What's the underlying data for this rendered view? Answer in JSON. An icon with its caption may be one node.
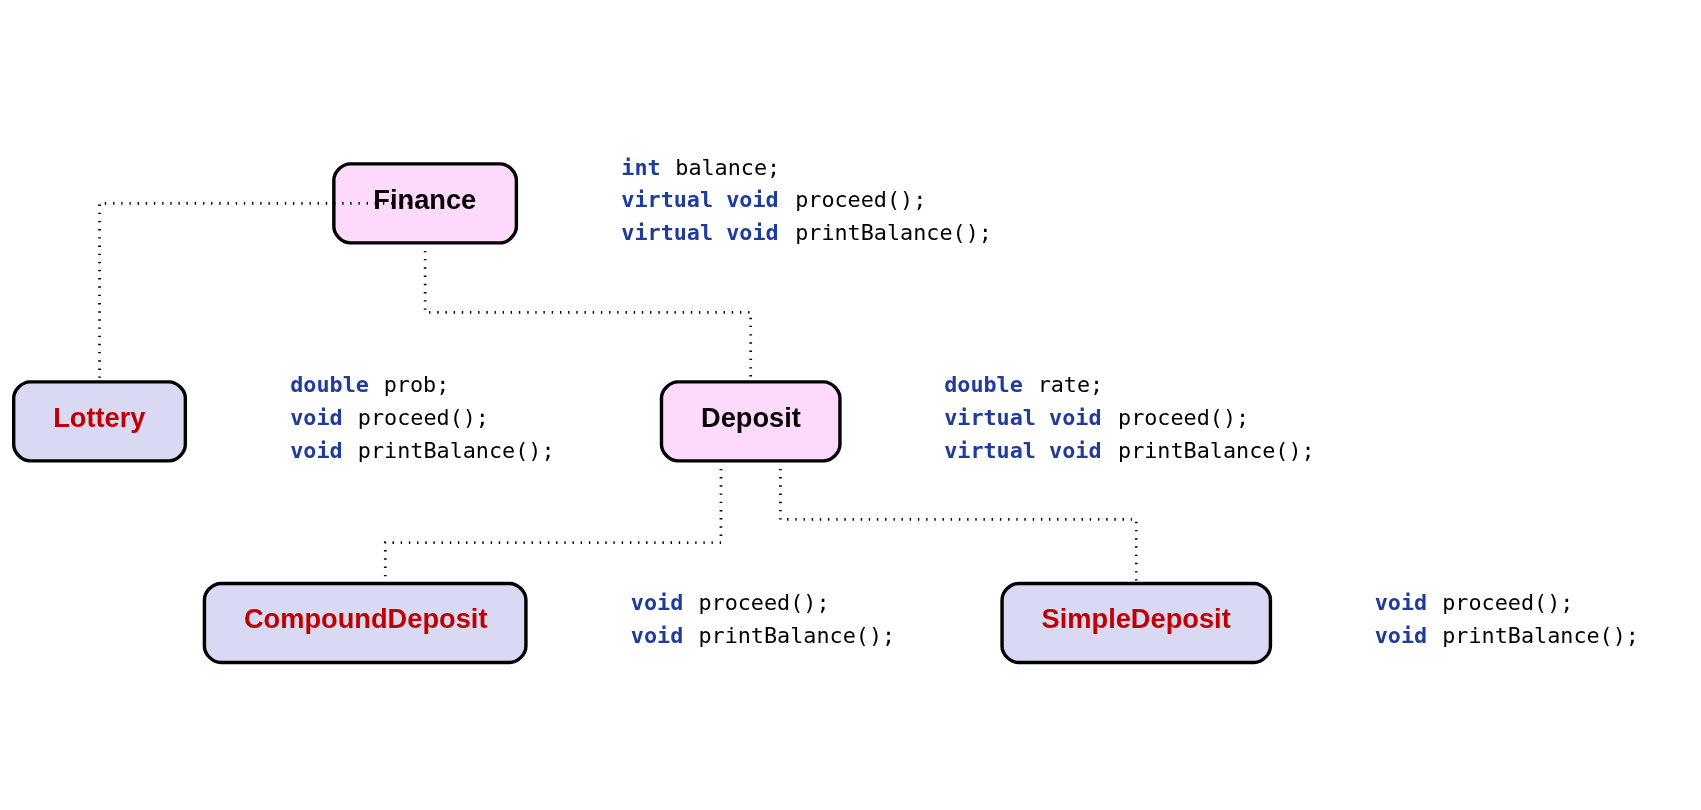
{
  "diagram": {
    "nodes": [
      {
        "text": [
          "Finance"
        ],
        "beside": [
          "**int** balance;",
          "**virtual void** proceed();",
          "**virtual void** printBalance();"
        ]
      },
      {
        "text": [
          "Lottery"
        ],
        "beside": [
          "**double** prob;",
          "**void** proceed();",
          "**void** printBalance();"
        ]
      },
      {
        "text": [
          "Deposit"
        ],
        "beside": [
          "**double** rate;",
          "**virtual void** proceed();",
          "**virtual void** printBalance();"
        ]
      },
      {
        "text": [
          "CompoundDeposit"
        ],
        "beside": [
          "**void** proceed();",
          "**void** printBalance();"
        ]
      },
      {
        "text": [
          "SimpleDeposit"
        ],
        "beside": [
          "**void** proceed();",
          "**void** printBalance();"
        ]
      }
    ],
    "edges": [
      {
        "from": 0,
        "to": 1,
        "arrow": "none",
        "style": "dashed"
      },
      {
        "from": 0,
        "to": 2,
        "arrow": "none",
        "style": "dashed"
      },
      {
        "from": 2,
        "to": 3,
        "arrow": "none",
        "style": "dashed"
      },
      {
        "from": 2,
        "to": 4,
        "arrow": "none",
        "style": "dashed"
      }
    ]
  }
}
